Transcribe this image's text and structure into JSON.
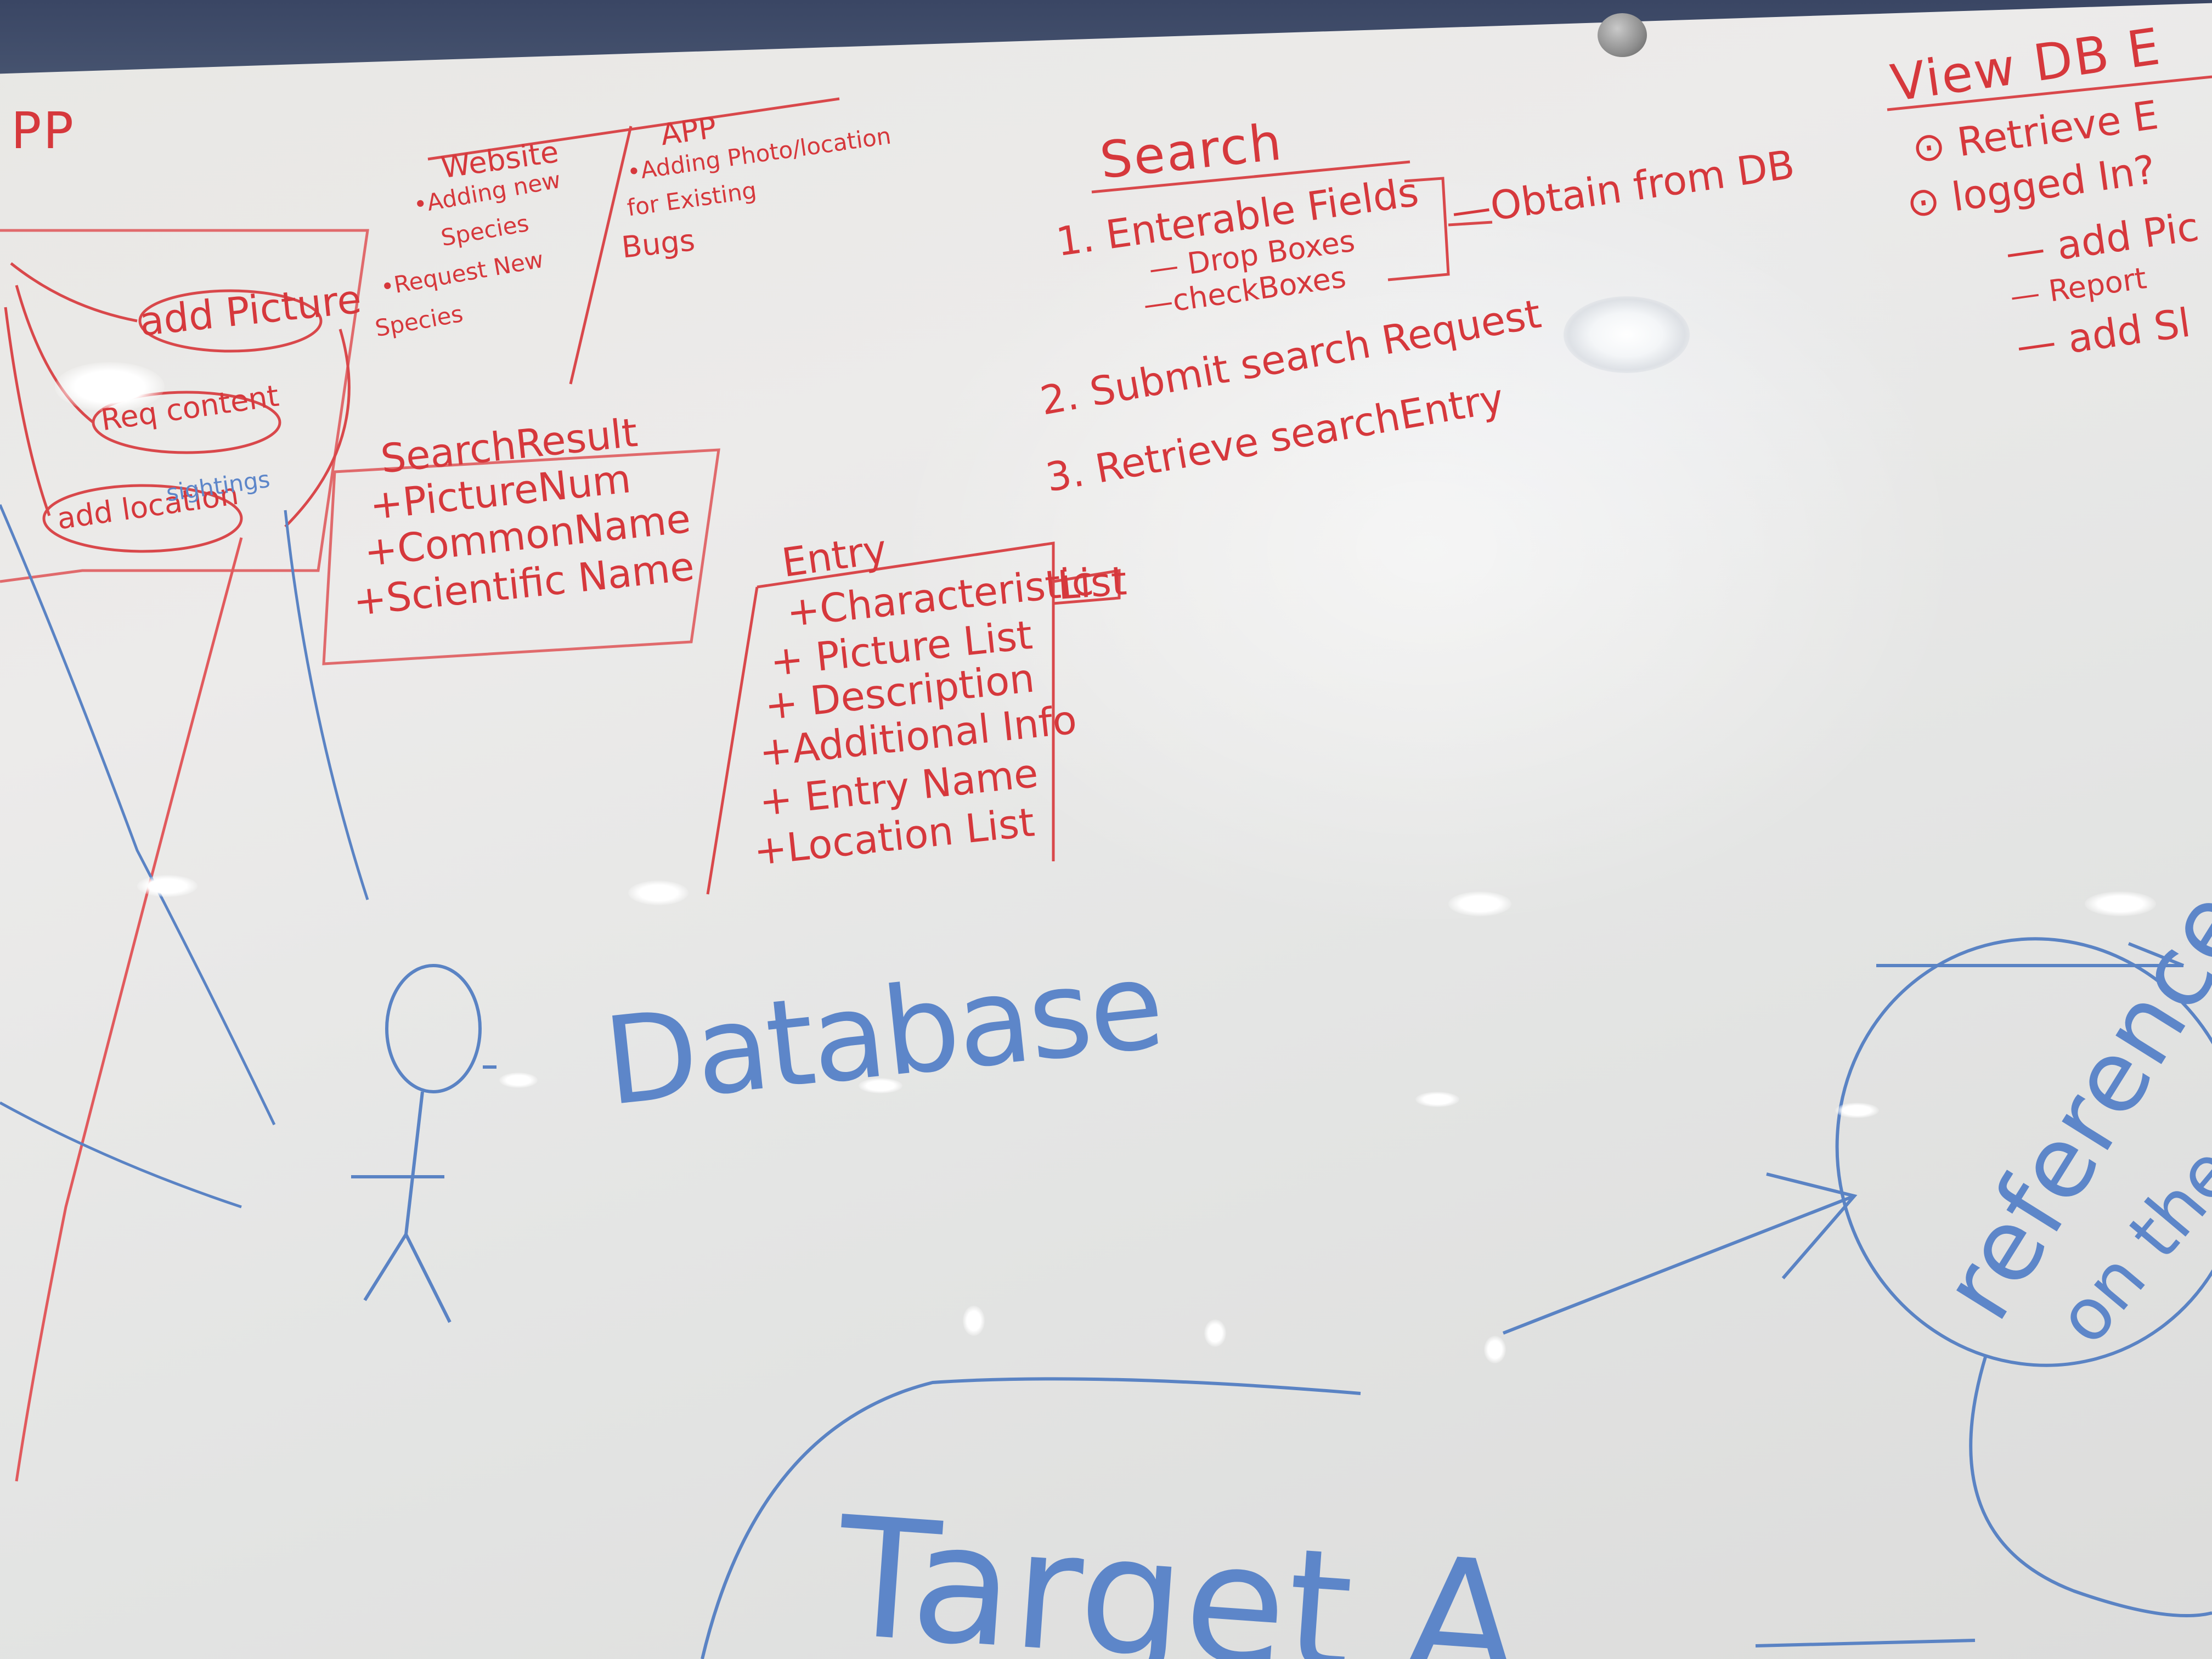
{
  "left_app": "PP",
  "website_header": "Website",
  "website_items": [
    "•Adding new",
    "Species",
    "•Request New",
    "Species"
  ],
  "app_header": "APP",
  "app_items": [
    "•Adding Photo/location",
    "for Existing",
    "Bugs"
  ],
  "flow_bubbles": [
    "add Picture",
    "Req content",
    "add location"
  ],
  "flow_bubble_note": "sightings",
  "search_result": {
    "title": "SearchResult",
    "items": [
      "+PictureNum",
      "+CommonName",
      "+Scientific Name"
    ]
  },
  "entry": {
    "title": "Entry",
    "items": [
      "+Characteristic",
      "+ Picture List",
      "+ Description",
      "+Additional Info",
      "+ Entry Name",
      "+Location List"
    ],
    "side_label": "List"
  },
  "search": {
    "title": "Search",
    "step1": "1. Enterable Fields",
    "step1_subs": [
      "— Drop Boxes",
      "—checkBoxes"
    ],
    "obtain": "—Obtain from DB",
    "step2": "2. Submit search Request",
    "step3": "3. Retrieve searchEntry"
  },
  "view_db": {
    "title": "View DB E",
    "items": [
      "⊙ Retrieve E",
      "⊙ logged In?",
      "— add Pic",
      "— Report",
      "— add Sl"
    ]
  },
  "database_label": "Database",
  "reference": [
    "reference",
    "on the o"
  ],
  "target": "Target A"
}
